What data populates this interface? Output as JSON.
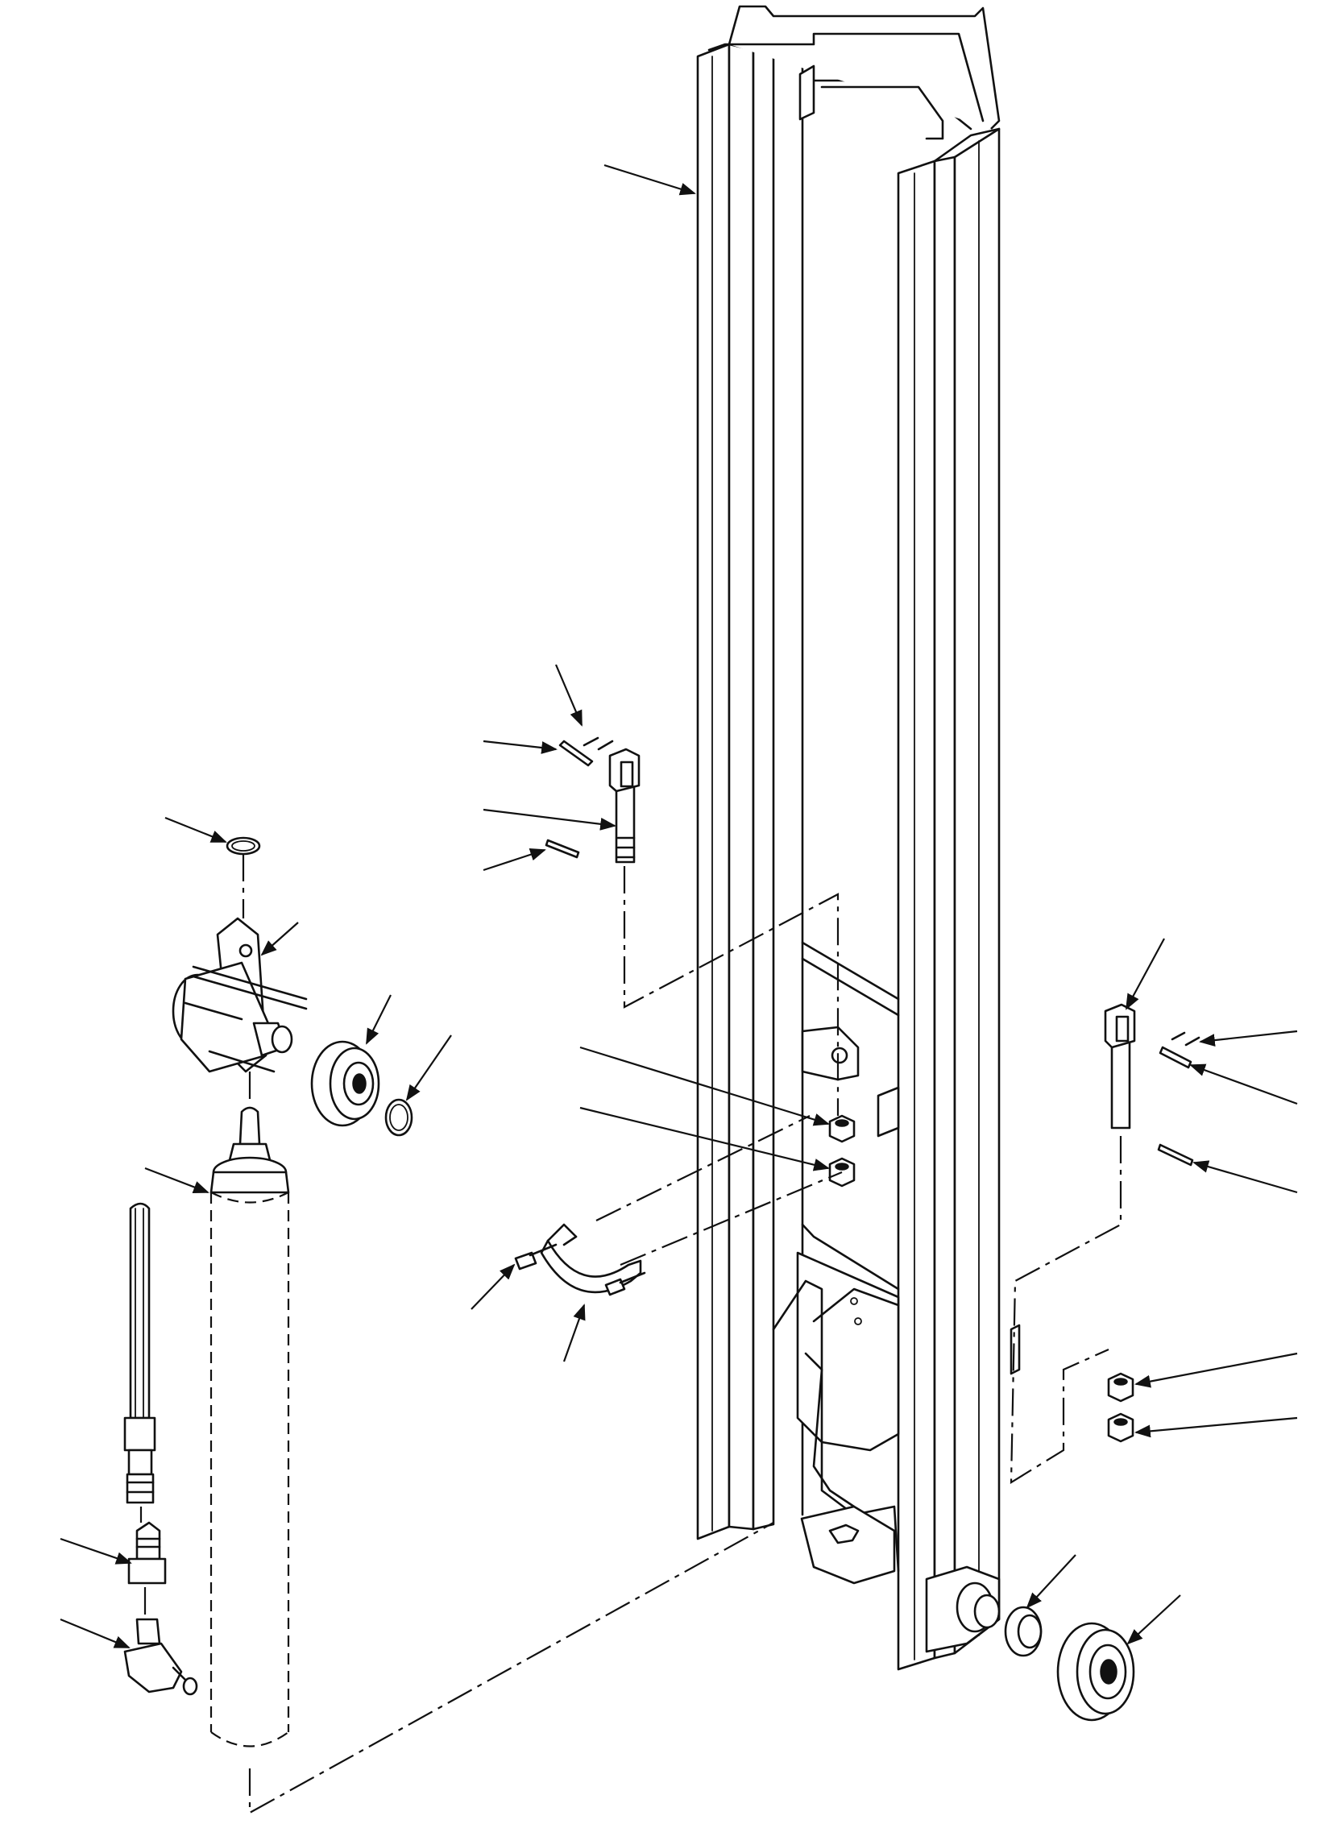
{
  "figure": {
    "kind": "exploded-parts-diagram",
    "subject_icon": "mast-assembly-drawing",
    "line_color": "#111111",
    "background": "#ffffff",
    "callout_count": 23,
    "callouts": [
      {
        "id": "upper-mast-channel"
      },
      {
        "id": "cotter-pins-top-left"
      },
      {
        "id": "clevis-pin-top-left"
      },
      {
        "id": "chain-anchor-bolt-left"
      },
      {
        "id": "cotter-pin-left-lower"
      },
      {
        "id": "retaining-ring-top"
      },
      {
        "id": "chain-sheave-bracket"
      },
      {
        "id": "sheave-bearing"
      },
      {
        "id": "snap-ring"
      },
      {
        "id": "hex-nut-left-upper"
      },
      {
        "id": "hex-nut-left-lower"
      },
      {
        "id": "lift-cylinder"
      },
      {
        "id": "cap-screw-clamp"
      },
      {
        "id": "cylinder-clamp"
      },
      {
        "id": "hydraulic-hose"
      },
      {
        "id": "straight-fitting"
      },
      {
        "id": "elbow-fitting"
      },
      {
        "id": "chain-anchor-bolt-right"
      },
      {
        "id": "cotter-pins-right"
      },
      {
        "id": "clevis-pin-right"
      },
      {
        "id": "cotter-pin-right-lower"
      },
      {
        "id": "hex-nut-right-upper"
      },
      {
        "id": "hex-nut-right-lower"
      },
      {
        "id": "thrust-washer"
      },
      {
        "id": "mast-roller-bearing"
      }
    ]
  }
}
